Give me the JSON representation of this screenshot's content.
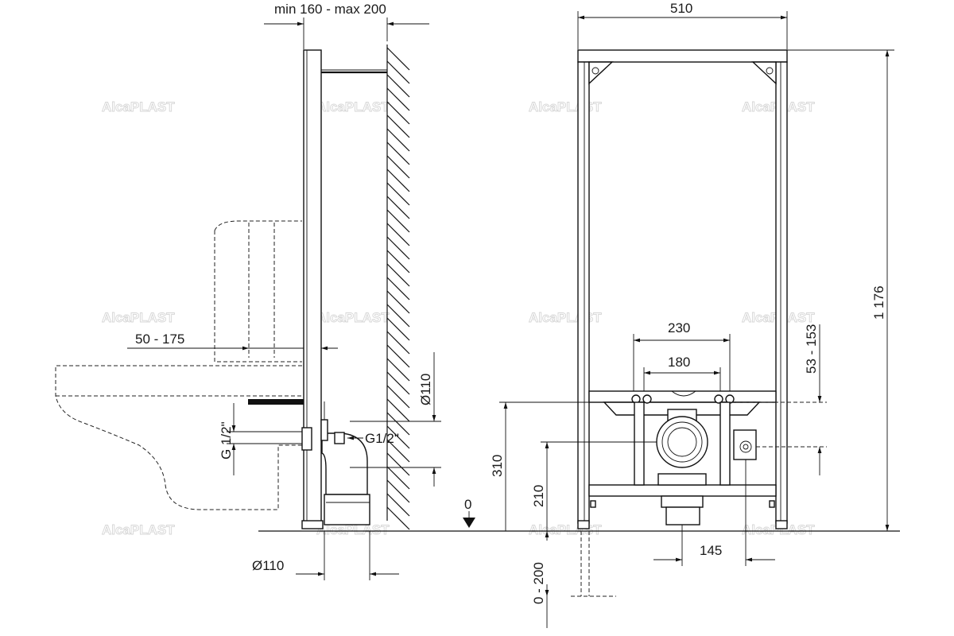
{
  "diagram": {
    "watermark": "AlcaPLAST",
    "dimensions": {
      "wall_gap": "min 160 - max 200",
      "frame_width": "510",
      "total_height": "1 176",
      "outlet_spacing_outer": "230",
      "outlet_spacing_inner": "180",
      "outlet_height_range": "53 - 153",
      "toilet_offset": "50 - 175",
      "drain_diameter_vertical": "Ø110",
      "drain_diameter_horizontal": "Ø110",
      "water_connection_left": "G 1/2\"",
      "water_connection_right": "G1/2\"",
      "height_310": "310",
      "height_210": "210",
      "floor_zero": "0",
      "floor_adjust": "0 - 200",
      "drain_offset": "145"
    }
  }
}
